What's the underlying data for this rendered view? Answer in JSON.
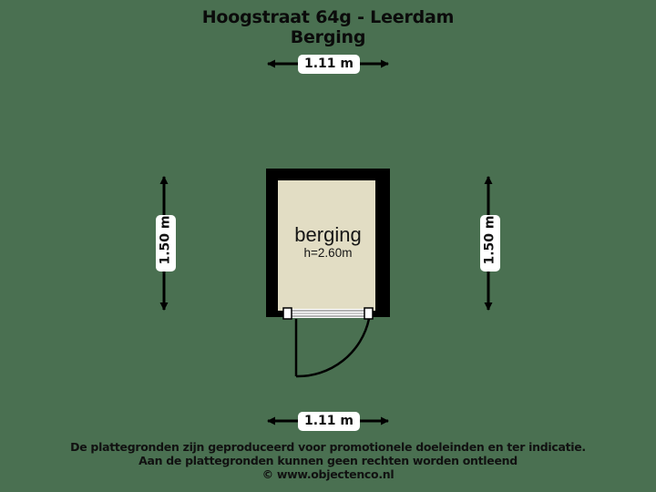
{
  "document": {
    "title_line1": "Hoogstraat 64g - Leerdam",
    "title_line2": "Berging"
  },
  "colors": {
    "background": "#4a7051",
    "wall": "#000000",
    "room_fill": "#e2ddc4",
    "label_chip": "#ffffff",
    "text": "#111111"
  },
  "floorplan": {
    "room": {
      "name": "berging",
      "height_label": "h=2.60m"
    },
    "dimensions": {
      "top": "1.11 m",
      "bottom": "1.11 m",
      "left": "1.50 m",
      "right": "1.50 m"
    },
    "door": {
      "name": "swing-door",
      "swing": "left"
    }
  },
  "footer": {
    "line1": "De plattegronden zijn geproduceerd voor promotionele doeleinden en ter indicatie.",
    "line2": "Aan de plattegronden kunnen geen rechten worden ontleend",
    "line3": "© www.objectenco.nl"
  }
}
